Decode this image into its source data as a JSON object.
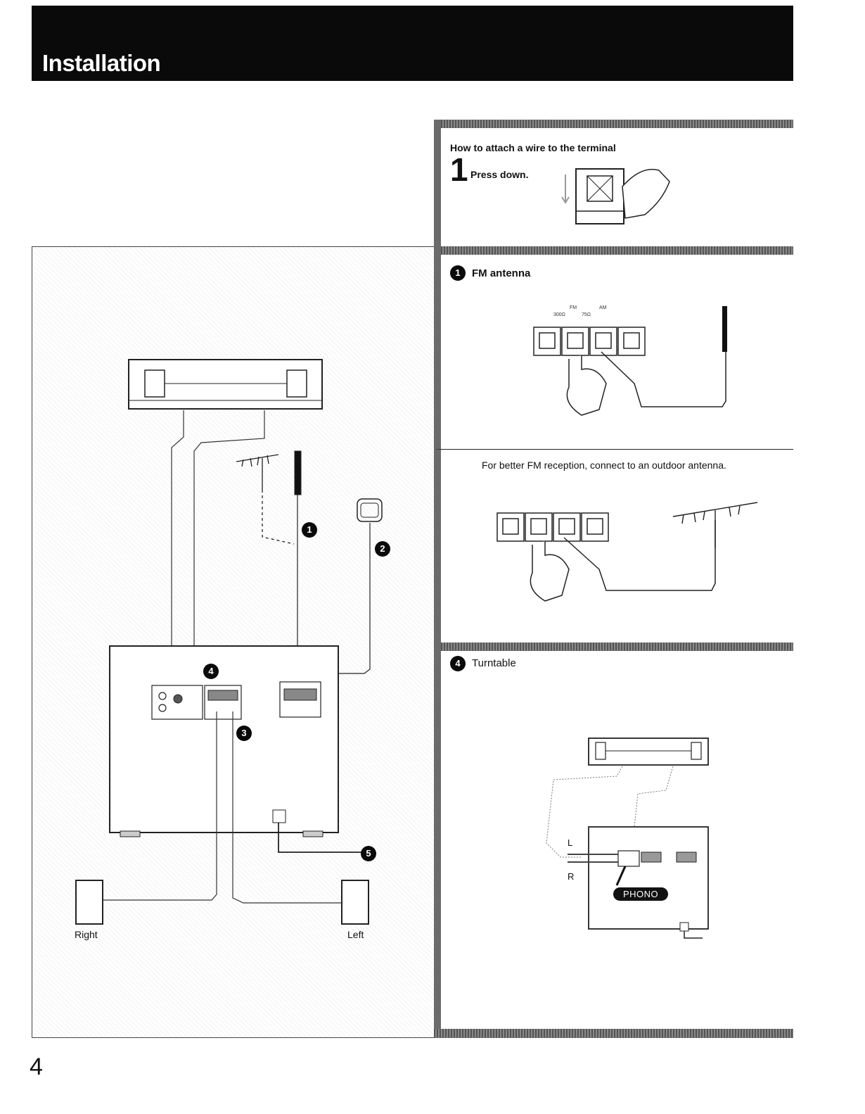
{
  "header": {
    "title": "Installation"
  },
  "attach_panel": {
    "title": "How to attach a wire to the terminal",
    "step_number": "1",
    "step_text": "Press down."
  },
  "fm_panel": {
    "marker": "1",
    "title": "FM antenna",
    "terminal_labels": {
      "fm": "FM",
      "am": "AM",
      "ohm300": "300Ω",
      "ohm75": "75Ω"
    }
  },
  "outdoor_panel": {
    "note": "For better FM reception, connect to an outdoor antenna."
  },
  "turntable_panel": {
    "marker": "4",
    "title": "Turntable",
    "left_label": "L",
    "right_label": "R",
    "phono_label": "PHONO"
  },
  "main_diagram": {
    "markers": [
      "1",
      "2",
      "3",
      "4",
      "5"
    ],
    "speaker_right": "Right",
    "speaker_left": "Left"
  },
  "footer": {
    "page_number": "4"
  }
}
